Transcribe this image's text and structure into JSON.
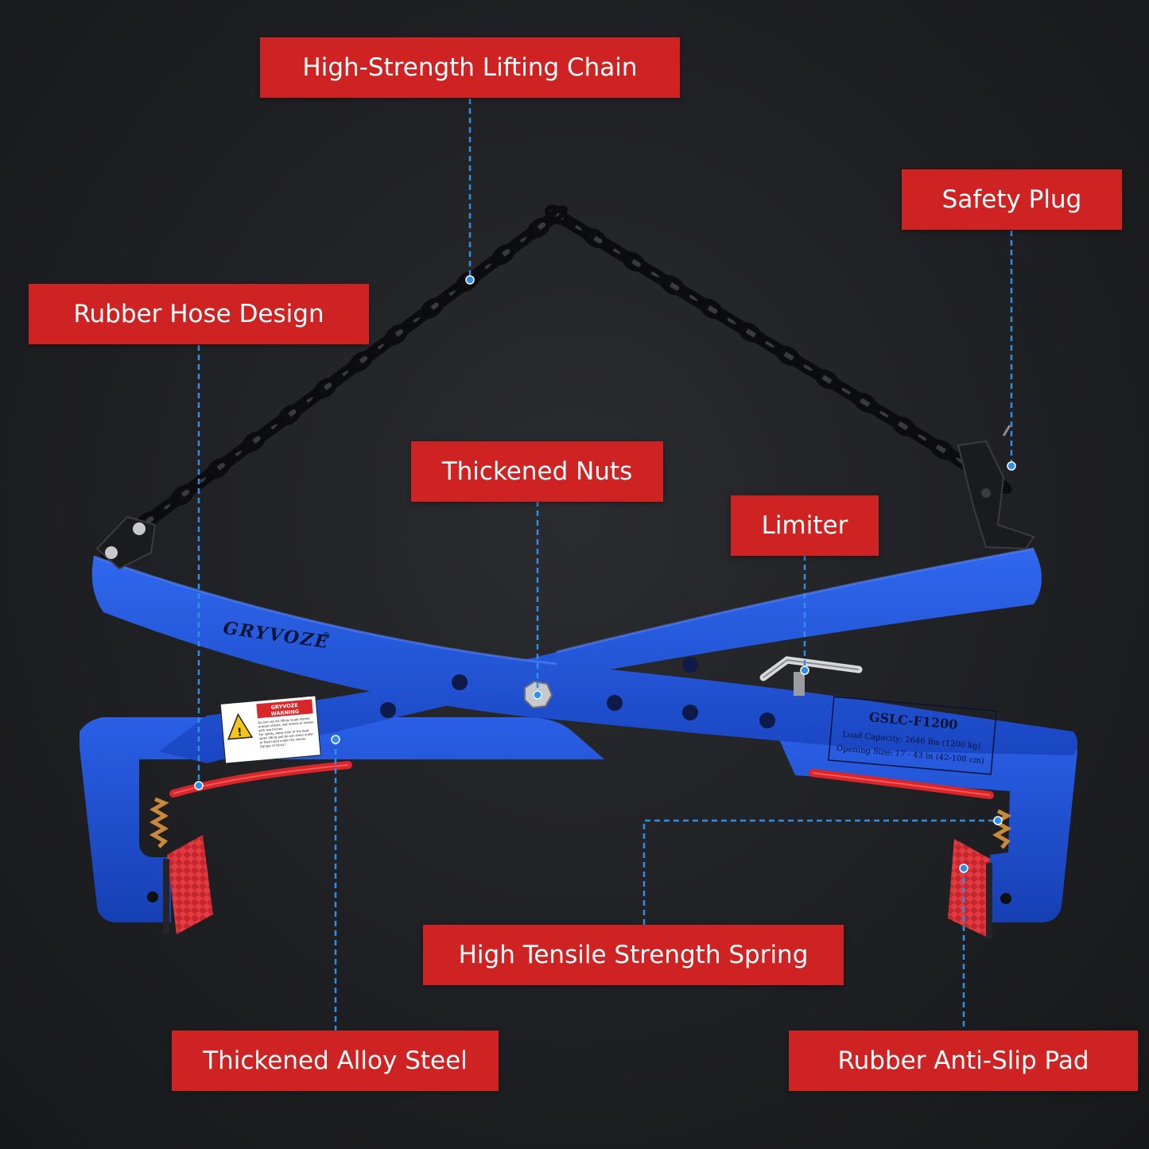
{
  "labels": {
    "chain": "High-Strength Lifting Chain",
    "safety_plug": "Safety Plug",
    "rubber_hose": "Rubber Hose Design",
    "nuts": "Thickened Nuts",
    "limiter": "Limiter",
    "spring": "High Tensile Strength Spring",
    "alloy": "Thickened Alloy Steel",
    "pad": "Rubber Anti-Slip Pad"
  },
  "product": {
    "brand": "GRYVOZE",
    "registered": "®",
    "model": "GSLC-F1200",
    "capacity": "Load Capacity: 2646 lbs (1200 kg)",
    "opening": "Opening Size: 17 - 43 in (42-108 cm)"
  },
  "warning": {
    "brand": "GRYVOZE",
    "title": "WARNING",
    "lines": [
      "Do not use for lifting rough stones,",
      "uneven stones, wet stones or stones",
      "with low friction.",
      "For safety, keep clear of the load",
      "when lifting and do not stand under",
      "or feed hand under the stones.",
      "Danger of injury!"
    ]
  },
  "colors": {
    "label_red": "#cf2323",
    "steel_blue": "#1c52d8",
    "leader_blue": "#2f8fe6",
    "hose_red": "#d8262a",
    "pad_red": "#e0393f"
  }
}
